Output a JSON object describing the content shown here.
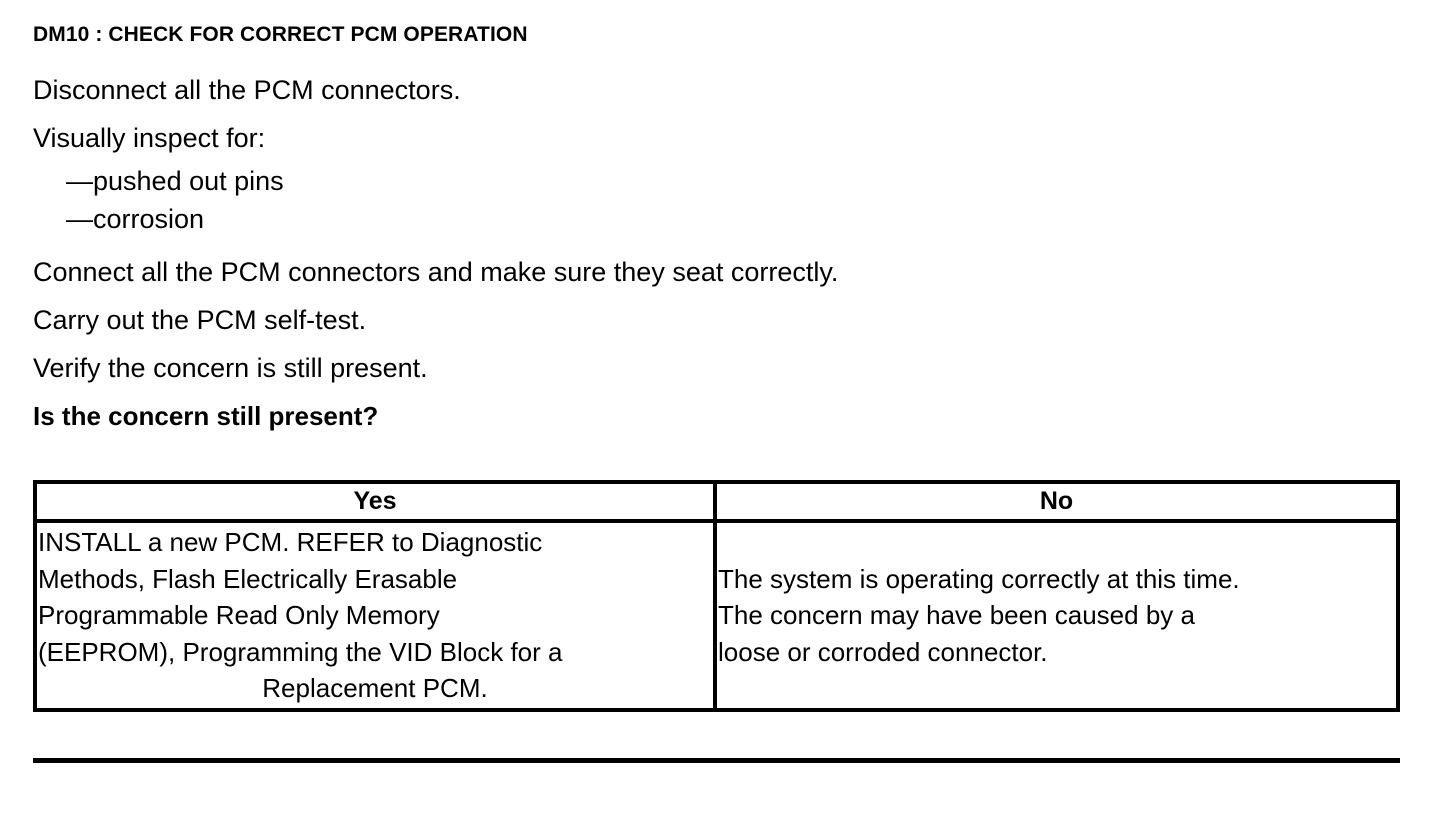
{
  "document": {
    "section_title": "DM10 : CHECK FOR CORRECT PCM OPERATION",
    "steps": [
      {
        "text": "Disconnect all the PCM connectors.",
        "bold": false
      },
      {
        "text": "Visually inspect for:",
        "bold": false
      }
    ],
    "sub_items": [
      "—pushed out pins",
      "—corrosion"
    ],
    "steps_after": [
      {
        "text": "Connect all the PCM connectors and make sure they seat correctly.",
        "bold": false
      },
      {
        "text": "Carry out the PCM self-test.",
        "bold": false
      },
      {
        "text": "Verify the concern is still present.",
        "bold": false
      }
    ],
    "question": "Is the concern still present?",
    "decision_table": {
      "headers": [
        "Yes",
        "No"
      ],
      "yes_cell": {
        "lines": [
          "INSTALL a new PCM. REFER to Diagnostic",
          "Methods, Flash Electrically Erasable",
          "Programmable Read Only Memory",
          "(EEPROM), Programming the VID Block for a",
          "Replacement PCM."
        ]
      },
      "no_cell": {
        "lines": [
          "The system is operating correctly at this time.",
          "The concern may have been caused by a",
          "loose or corroded connector."
        ]
      }
    }
  },
  "colors": {
    "ink": "#000000",
    "paper": "#ffffff"
  }
}
